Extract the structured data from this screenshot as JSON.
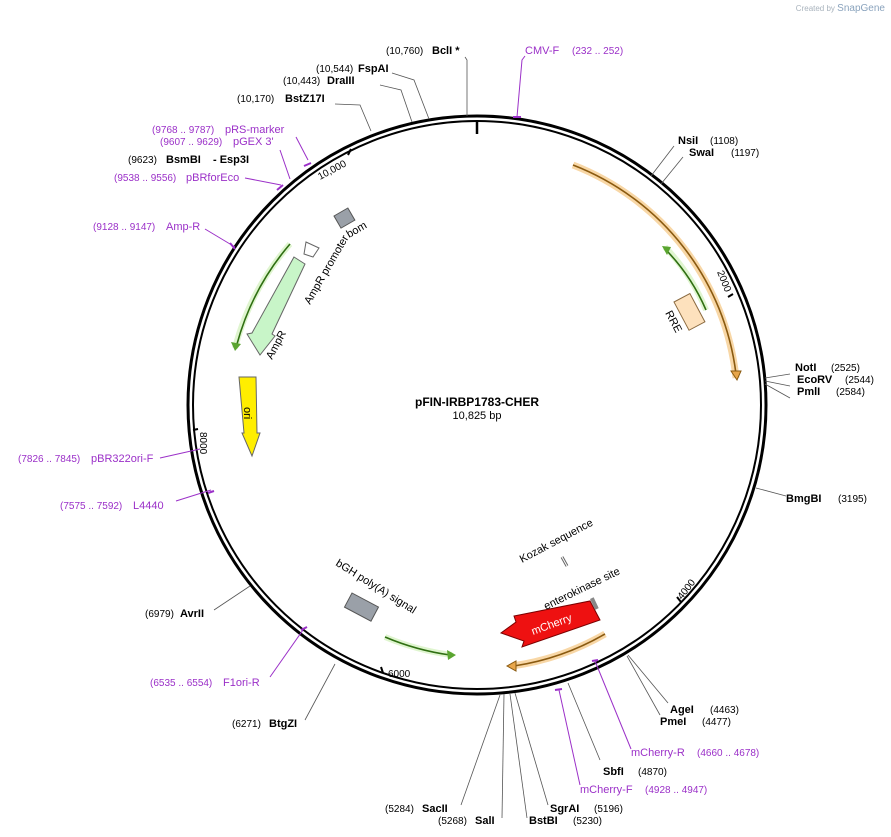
{
  "credit": {
    "prefix": "Created by",
    "brand": "SnapGene"
  },
  "plasmid": {
    "name": "pFIN-IRBP1783-CHER",
    "length_label": "10,825 bp"
  },
  "colors": {
    "primer": "#9b30c8",
    "orange": "#e8a64a",
    "green": "#5aa530",
    "red": "#ee1111",
    "yellow": "#ffee00",
    "gray": "#9aa0a8",
    "lightgreen": "#c8f5c8"
  },
  "ticks": [
    {
      "key": "t10000",
      "label": "10,000"
    },
    {
      "key": "t2000",
      "label": "2000"
    },
    {
      "key": "t4000",
      "label": "4000"
    },
    {
      "key": "t6000",
      "label": "6000"
    },
    {
      "key": "t8000",
      "label": "8000"
    }
  ],
  "enzymes": [
    {
      "key": "bcli",
      "name": "BclI *",
      "pos": "(10,760)"
    },
    {
      "key": "fspai",
      "name": "FspAI",
      "pos": "(10,544)"
    },
    {
      "key": "draiii",
      "name": "DraIII",
      "pos": "(10,443)"
    },
    {
      "key": "bstz17i",
      "name": "BstZ17I",
      "pos": "(10,170)"
    },
    {
      "key": "bsmbi",
      "name": "BsmBI",
      "pos": "(9623)"
    },
    {
      "key": "esp3i",
      "name": "- Esp3I",
      "pos": ""
    },
    {
      "key": "nsii",
      "name": "NsiI",
      "pos": "(1108)"
    },
    {
      "key": "swai",
      "name": "SwaI",
      "pos": "(1197)"
    },
    {
      "key": "noti",
      "name": "NotI",
      "pos": "(2525)"
    },
    {
      "key": "ecorv",
      "name": "EcoRV",
      "pos": "(2544)"
    },
    {
      "key": "pmli",
      "name": "PmlI",
      "pos": "(2584)"
    },
    {
      "key": "bmgbi",
      "name": "BmgBI",
      "pos": "(3195)"
    },
    {
      "key": "agei",
      "name": "AgeI",
      "pos": "(4463)"
    },
    {
      "key": "pmei",
      "name": "PmeI",
      "pos": "(4477)"
    },
    {
      "key": "sbfi",
      "name": "SbfI",
      "pos": "(4870)"
    },
    {
      "key": "sgrai",
      "name": "SgrAI",
      "pos": "(5196)"
    },
    {
      "key": "bstbi",
      "name": "BstBI",
      "pos": "(5230)"
    },
    {
      "key": "sali",
      "name": "SalI",
      "pos": "(5268)"
    },
    {
      "key": "sacii",
      "name": "SacII",
      "pos": "(5284)"
    },
    {
      "key": "btgzi",
      "name": "BtgZI",
      "pos": "(6271)"
    },
    {
      "key": "avrii",
      "name": "AvrII",
      "pos": "(6979)"
    }
  ],
  "primers": [
    {
      "key": "cmvf",
      "name": "CMV-F",
      "range": "(232 .. 252)"
    },
    {
      "key": "prsmarker",
      "name": "pRS-marker",
      "range": "(9768 .. 9787)"
    },
    {
      "key": "pgex3",
      "name": "pGEX 3'",
      "range": "(9607 .. 9629)"
    },
    {
      "key": "pbrforeco",
      "name": "pBRforEco",
      "range": "(9538 .. 9556)"
    },
    {
      "key": "ampr",
      "name": "Amp-R",
      "range": "(9128 .. 9147)"
    },
    {
      "key": "pbr322orif",
      "name": "pBR322ori-F",
      "range": "(7826 .. 7845)"
    },
    {
      "key": "l4440",
      "name": "L4440",
      "range": "(7575 .. 7592)"
    },
    {
      "key": "f1orir",
      "name": "F1ori-R",
      "range": "(6535 .. 6554)"
    },
    {
      "key": "mcherryr",
      "name": "mCherry-R",
      "range": "(4660 .. 4678)"
    },
    {
      "key": "mcherryf",
      "name": "mCherry-F",
      "range": "(4928 .. 4947)"
    }
  ],
  "features": {
    "bom": "bom",
    "ampr_promoter": "AmpR promoter",
    "ampr": "AmpR",
    "ori": "ori",
    "rre": "RRE",
    "kozak": "Kozak sequence",
    "enterokinase": "enterokinase site",
    "mcherry": "mCherry",
    "bgh": "bGH poly(A) signal"
  }
}
